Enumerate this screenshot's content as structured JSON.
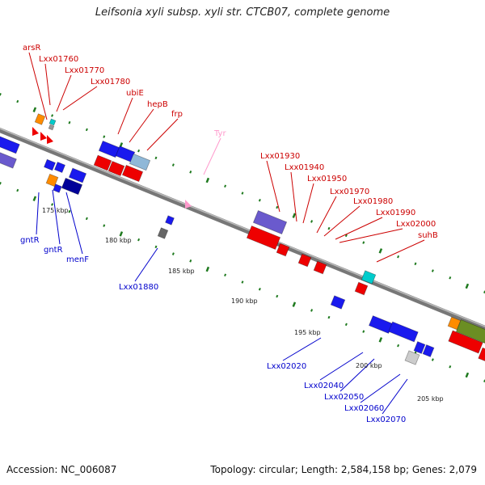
{
  "title": "Leifsonia xyli subsp. xyli str. CTCB07, complete genome",
  "footer": {
    "accession": "Accession: NC_006087",
    "topology": "Topology: circular; Length: 2,584,158 bp; Genes: 2,079"
  },
  "colors": {
    "forward_gene": "#dd0000",
    "reverse_gene": "#0000cc",
    "tick_major": "#227722",
    "trna": "#ff99cc",
    "backbone": "#888888"
  },
  "kbp_ticks": [
    {
      "label": "175 kbp",
      "pos": 175
    },
    {
      "label": "180 kbp",
      "pos": 180
    },
    {
      "label": "185 kbp",
      "pos": 185
    },
    {
      "label": "190 kbp",
      "pos": 190
    },
    {
      "label": "195 kbp",
      "pos": 195
    },
    {
      "label": "200 kbp",
      "pos": 200
    },
    {
      "label": "205 kbp",
      "pos": 205
    }
  ],
  "top_labels": [
    {
      "text": "arsR",
      "color": "#cc0000"
    },
    {
      "text": "Lxx01760",
      "color": "#cc0000"
    },
    {
      "text": "Lxx01770",
      "color": "#cc0000"
    },
    {
      "text": "Lxx01780",
      "color": "#cc0000"
    },
    {
      "text": "ubiE",
      "color": "#cc0000"
    },
    {
      "text": "hepB",
      "color": "#cc0000"
    },
    {
      "text": "frp",
      "color": "#cc0000"
    },
    {
      "text": "Tyr",
      "color": "#ff99cc"
    },
    {
      "text": "Lxx01930",
      "color": "#cc0000"
    },
    {
      "text": "Lxx01940",
      "color": "#cc0000"
    },
    {
      "text": "Lxx01950",
      "color": "#cc0000"
    },
    {
      "text": "Lxx01970",
      "color": "#cc0000"
    },
    {
      "text": "Lxx01980",
      "color": "#cc0000"
    },
    {
      "text": "Lxx01990",
      "color": "#cc0000"
    },
    {
      "text": "Lxx02000",
      "color": "#cc0000"
    },
    {
      "text": "suhB",
      "color": "#cc0000"
    }
  ],
  "bottom_labels": [
    {
      "text": "gntR",
      "color": "#0000cc"
    },
    {
      "text": "gntR",
      "color": "#0000cc"
    },
    {
      "text": "menF",
      "color": "#0000cc"
    },
    {
      "text": "Lxx01880",
      "color": "#0000cc"
    },
    {
      "text": "Lxx02020",
      "color": "#0000cc"
    },
    {
      "text": "Lxx02040",
      "color": "#0000cc"
    },
    {
      "text": "Lxx02050",
      "color": "#0000cc"
    },
    {
      "text": "Lxx02060",
      "color": "#0000cc"
    },
    {
      "text": "Lxx02070",
      "color": "#0000cc"
    }
  ]
}
